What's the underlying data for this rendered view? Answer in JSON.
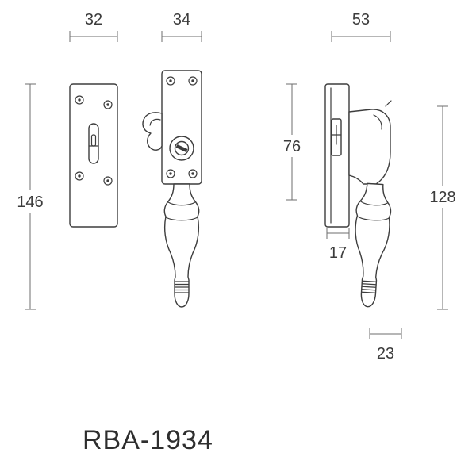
{
  "product_code": "RBA-1934",
  "dimensions": {
    "keep_width": "32",
    "plate_width": "34",
    "depth_total": "53",
    "keep_height": "146",
    "plate_height": "76",
    "keep_depth": "17",
    "overall_height": "128",
    "handle_offset": "23"
  },
  "colors": {
    "drawing_line": "#3d3d3d",
    "dimension_line": "#6e6e6e",
    "label_text": "#3c3c3c",
    "background": "#ffffff"
  }
}
